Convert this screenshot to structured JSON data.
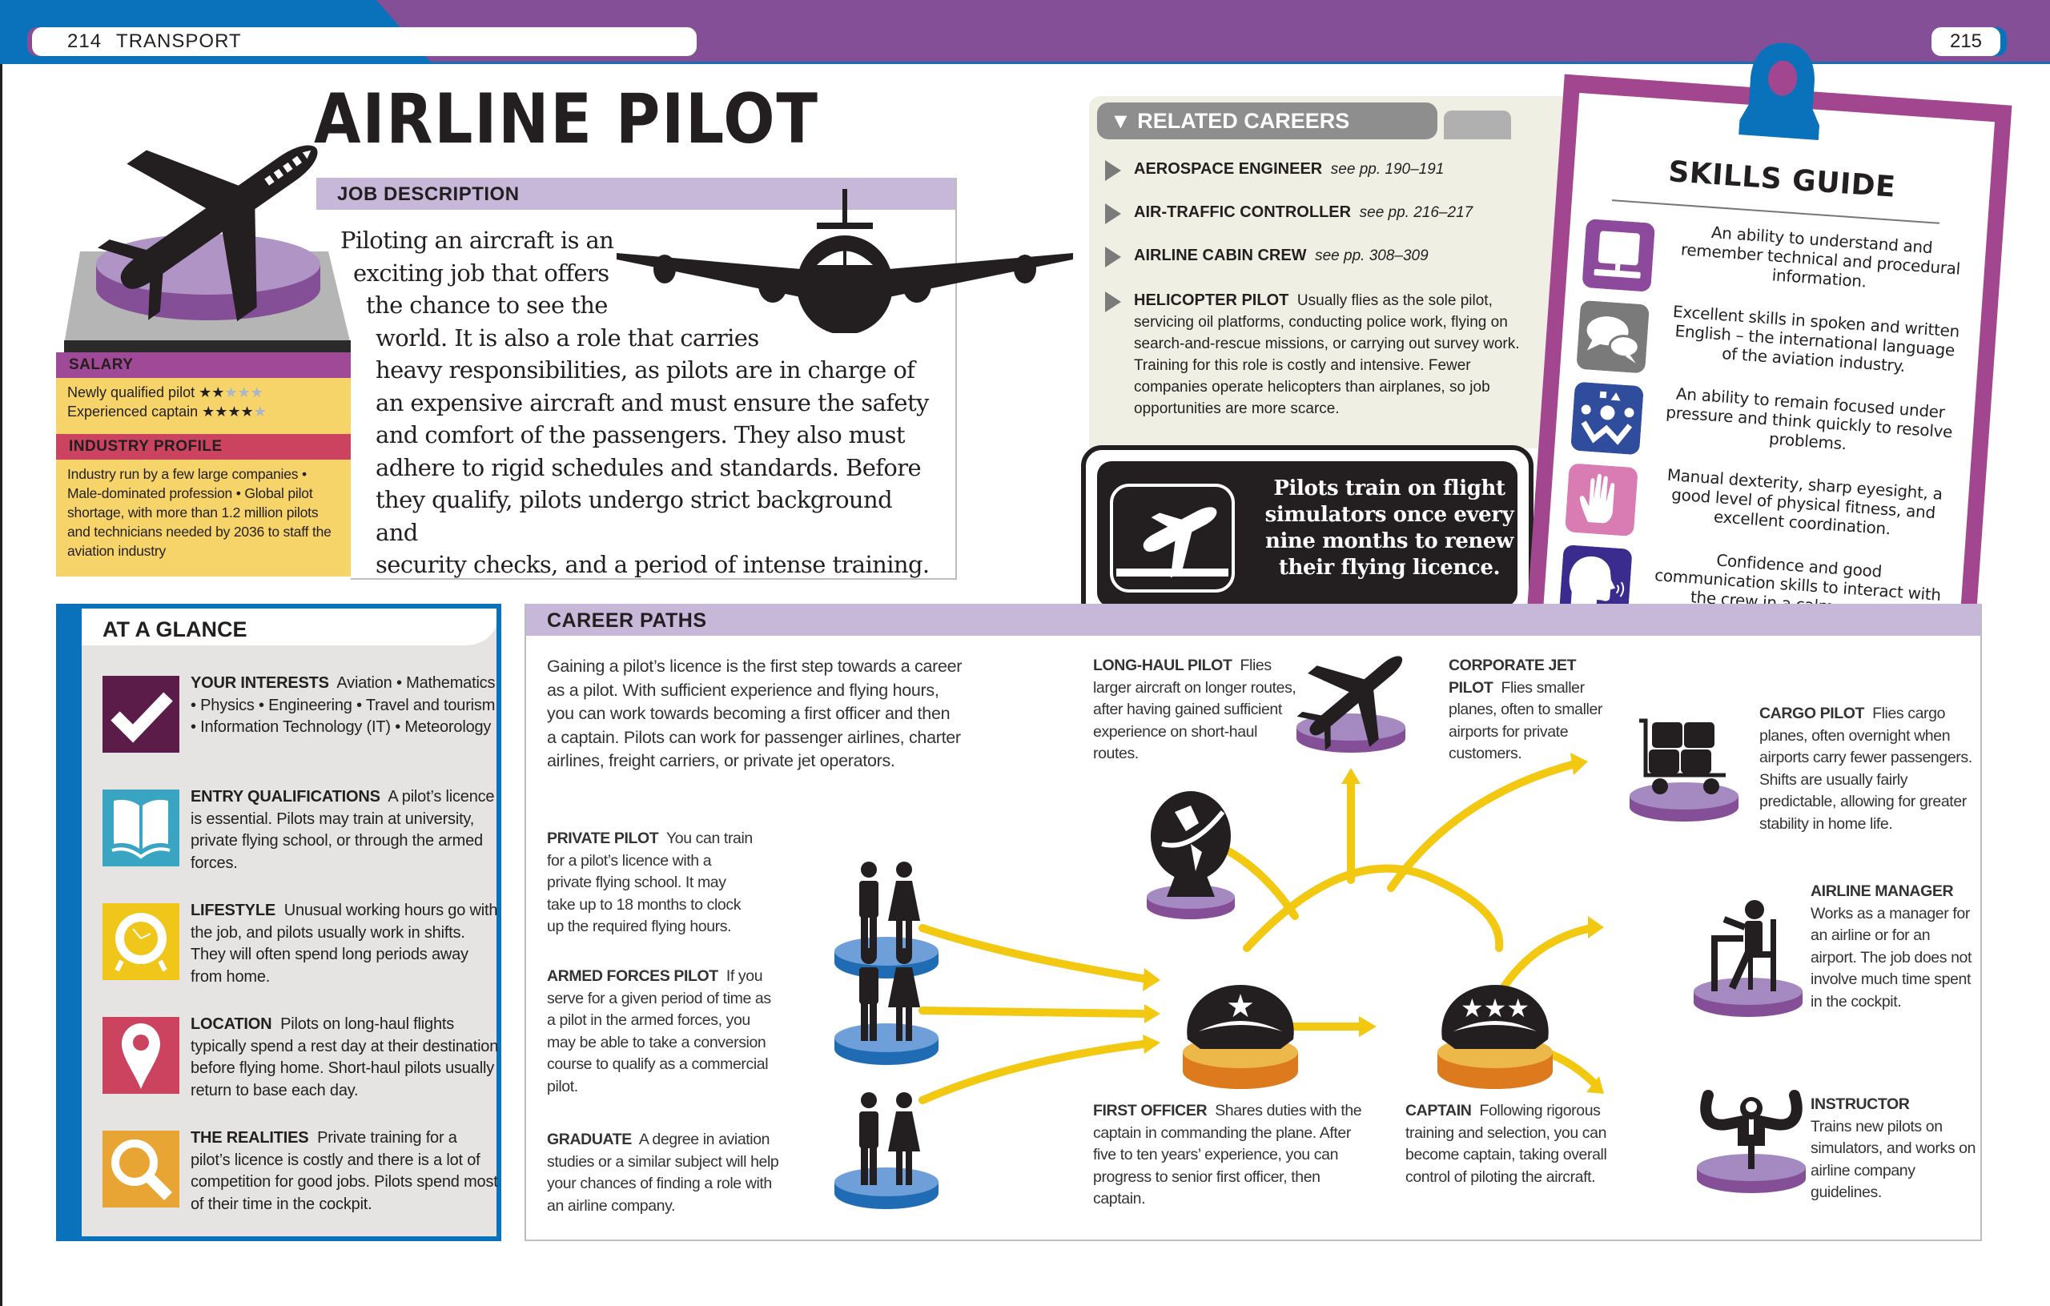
{
  "header": {
    "left_page_number": "214",
    "section": "TRANSPORT",
    "right_page_number": "215"
  },
  "title": "AIRLINE PILOT",
  "salary": {
    "heading": "SALARY",
    "rows": [
      {
        "label": "Newly qualified pilot",
        "stars": 2,
        "max_stars": 5
      },
      {
        "label": "Experienced captain",
        "stars": 4,
        "max_stars": 5
      }
    ]
  },
  "industry_profile": {
    "heading": "INDUSTRY PROFILE",
    "text": "Industry run by a few large companies • Male-dominated profession • Global pilot shortage, with more than 1.2 million pilots and technicians needed by 2036 to staff the aviation industry"
  },
  "job_description": {
    "heading": "JOB DESCRIPTION",
    "lines": [
      "Piloting an aircraft is an",
      "exciting job that offers",
      "the chance to see the",
      "world. It is also a role that carries",
      "heavy responsibilities, as pilots are in charge of",
      "an expensive aircraft and must ensure the safety",
      "and comfort of the passengers. They also must",
      "adhere to rigid schedules and standards. Before",
      "they qualify, pilots undergo strict background and",
      "security checks, and a period of intense training."
    ]
  },
  "related_careers": {
    "heading": "RELATED CAREERS",
    "items": [
      {
        "name": "AEROSPACE ENGINEER",
        "ref": "see pp. 190–191"
      },
      {
        "name": "AIR-TRAFFIC CONTROLLER",
        "ref": "see pp. 216–217"
      },
      {
        "name": "AIRLINE CABIN CREW",
        "ref": "see pp. 308–309"
      },
      {
        "name": "HELICOPTER PILOT",
        "desc": "Usually flies as the sole pilot, servicing oil platforms, conducting police work, flying on search-and-rescue missions, or carrying out survey work. Training for this role is costly and intensive. Fewer companies operate helicopters than airplanes, so job opportunities are more scarce."
      }
    ]
  },
  "fact_box": {
    "icon": "plane-takeoff-icon",
    "text": "Pilots train on flight simulators once every nine months to renew their flying licence."
  },
  "skills_guide": {
    "heading": "SKILLS GUIDE",
    "items": [
      {
        "icon": "computer-icon",
        "color": "#8d4a9d",
        "text": "An ability to understand and remember technical and procedural information."
      },
      {
        "icon": "speech-bubbles-icon",
        "color": "#7a7a7a",
        "text": "Excellent skills in spoken and written English – the international language of the aviation industry."
      },
      {
        "icon": "juggling-person-icon",
        "color": "#2f4d9c",
        "text": "An ability to remain focused under pressure and think quickly to resolve problems."
      },
      {
        "icon": "hand-icon",
        "color": "#d97cb4",
        "text": "Manual dexterity, sharp eyesight, a good level of physical fitness, and excellent coordination."
      },
      {
        "icon": "speaking-head-icon",
        "color": "#3a2c8f",
        "text": "Confidence and good communication skills to interact with the crew in a calm manner."
      }
    ]
  },
  "at_a_glance": {
    "heading": "AT A GLANCE",
    "items": [
      {
        "icon": "checkmark-icon",
        "color": "#5b1c4a",
        "label": "YOUR INTERESTS",
        "text": "Aviation • Mathematics • Physics • Engineering • Travel and tourism • Information Technology (IT) • Meteorology"
      },
      {
        "icon": "book-icon",
        "color": "#3aa5c3",
        "label": "ENTRY QUALIFICATIONS",
        "text": "A pilot’s licence is essential. Pilots may train at university, private flying school, or through the armed forces."
      },
      {
        "icon": "alarm-clock-icon",
        "color": "#efc619",
        "label": "LIFESTYLE",
        "text": "Unusual working hours go with the job, and pilots usually work in shifts. They will often spend long periods away from home."
      },
      {
        "icon": "map-pin-icon",
        "color": "#cc4360",
        "label": "LOCATION",
        "text": "Pilots on long-haul flights typically spend a rest day at their destination before flying home. Short-haul pilots usually return to base each day."
      },
      {
        "icon": "magnifier-icon",
        "color": "#e8a534",
        "label": "THE REALITIES",
        "text": "Private training for a pilot’s licence is costly and there is a lot of competition for good jobs. Pilots spend most of their time in the cockpit."
      }
    ]
  },
  "career_paths": {
    "heading": "CAREER PATHS",
    "intro": "Gaining a pilot’s licence is the first step towards a career as a pilot. With sufficient experience and flying hours, you can work towards becoming a first officer and then a captain. Pilots can work for passenger airlines, charter airlines, freight carriers, or private jet operators.",
    "entry_routes": [
      {
        "label": "PRIVATE PILOT",
        "text": "You can train for a pilot’s licence with a private flying school. It may take up to 18 months to clock up the required flying hours."
      },
      {
        "label": "ARMED FORCES PILOT",
        "text": "If you serve for a given period of time as a pilot in the armed forces, you may be able to take a conversion course to qualify as a commercial pilot."
      },
      {
        "label": "GRADUATE",
        "text": "A degree in aviation studies or a similar subject will help your chances of finding a role with an airline company."
      }
    ],
    "first_officer": {
      "label": "FIRST OFFICER",
      "text": "Shares duties with the captain in commanding the plane. After five to ten years’ experience, you can progress to senior first officer, then captain."
    },
    "captain": {
      "label": "CAPTAIN",
      "text": "Following rigorous training and selection, you can become captain, taking overall control of piloting the aircraft."
    },
    "destinations": [
      {
        "label": "LONG-HAUL PILOT",
        "text": "Flies larger aircraft on longer routes, after having gained sufficient experience on short-haul routes."
      },
      {
        "label": "CORPORATE JET PILOT",
        "text": "Flies smaller planes, often to smaller airports for private customers."
      },
      {
        "label": "CARGO PILOT",
        "text": "Flies cargo planes, often overnight when airports carry fewer passengers. Shifts are usually fairly predictable, allowing for greater stability in home life."
      },
      {
        "label": "AIRLINE MANAGER",
        "text": "Works as a manager for an airline or for an airport. The job does not involve much time spent in the cockpit."
      },
      {
        "label": "INSTRUCTOR",
        "text": "Trains new pilots on simulators, and works on airline company guidelines."
      }
    ]
  },
  "colors": {
    "purple_band": "#844f96",
    "blue": "#0a72bb",
    "lilac": "#c7b7d9",
    "arrow_yellow": "#f2c811",
    "salary_yellow": "#f6d46a",
    "salary_purple": "#a04a97",
    "industry_red": "#cc4360",
    "pedestal_purple": "#a58ac2",
    "pedestal_blue": "#6f9fd8",
    "pedestal_orange": "#e6b343"
  }
}
